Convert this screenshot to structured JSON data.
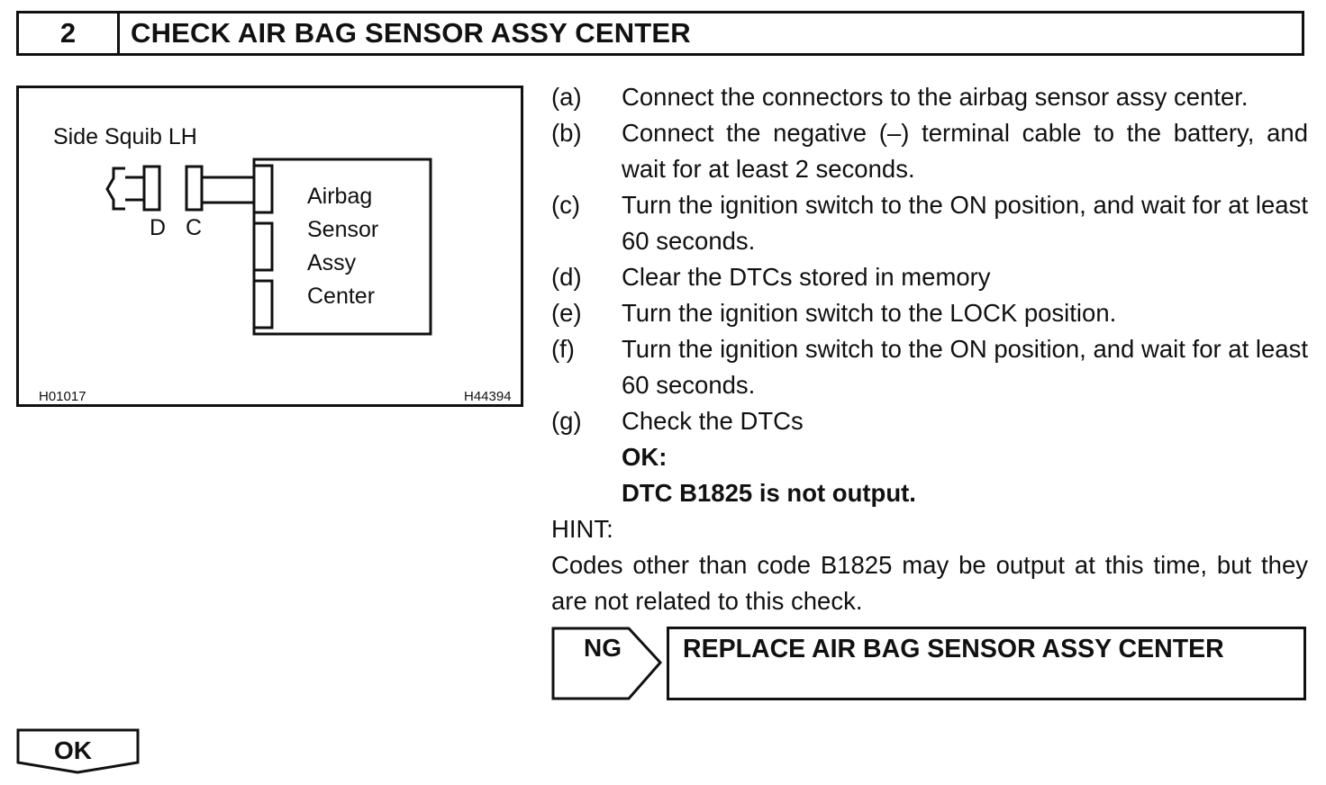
{
  "header": {
    "step_number": "2",
    "title": "CHECK AIR BAG SENSOR ASSY CENTER"
  },
  "figure": {
    "label_side_squib": "Side Squib LH",
    "label_d": "D",
    "label_c": "C",
    "ecu_lines": [
      "Airbag",
      "Sensor",
      "Assy",
      "Center"
    ],
    "code_left": "H01017",
    "code_right": "H44394"
  },
  "steps": [
    {
      "label": "(a)",
      "text": "Connect the connectors to the airbag sensor assy center."
    },
    {
      "label": "(b)",
      "text": "Connect the negative (–) terminal cable to the battery, and wait for at least 2 seconds."
    },
    {
      "label": "(c)",
      "text": "Turn the ignition switch to the ON position, and wait for at least 60 seconds."
    },
    {
      "label": "(d)",
      "text": "Clear the DTCs stored in memory"
    },
    {
      "label": "(e)",
      "text": "Turn the ignition switch to the LOCK position."
    },
    {
      "label": "(f)",
      "text": "Turn the ignition switch to the ON position, and wait for at least 60 seconds."
    },
    {
      "label": "(g)",
      "text": "Check the DTCs"
    }
  ],
  "ok_label": "OK:",
  "ok_result": "DTC B1825 is not output.",
  "hint": {
    "label": "HINT:",
    "text": "Codes other than code B1825 may be output at this time, but they are not related to this check."
  },
  "ng": {
    "tag": "NG",
    "action": "REPLACE AIR BAG SENSOR ASSY CENTER"
  },
  "ok_tag": "OK"
}
